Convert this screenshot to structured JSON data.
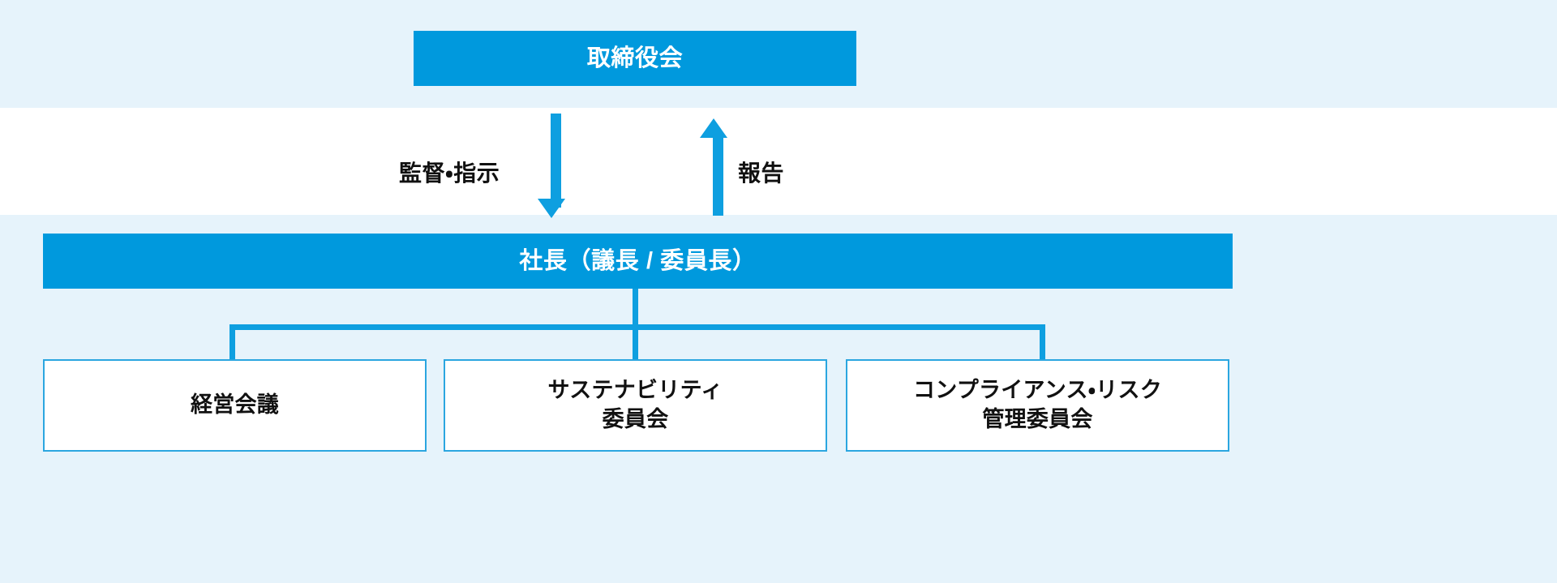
{
  "diagram": {
    "title_text": "",
    "colors": {
      "accent": "#0099dd",
      "line": "#0e9fe0",
      "outline": "#2ba6e0",
      "background": "#e6f3fb",
      "band": "#ffffff",
      "box_text_dark": "#111111",
      "box_text_light": "#ffffff"
    },
    "board": {
      "label": "取締役会"
    },
    "president": {
      "label": "社長（議長 / 委員長）"
    },
    "relations": [
      {
        "name": "supervision",
        "label": "監督・指示",
        "direction": "down",
        "from": "取締役会",
        "to": "社長（議長 / 委員長）"
      },
      {
        "name": "report",
        "label": "報告",
        "direction": "up",
        "from": "社長（議長 / 委員長）",
        "to": "取締役会"
      }
    ],
    "committees": [
      {
        "label": "経営会議"
      },
      {
        "label": "サステナビリティ\n委員会"
      },
      {
        "label": "コンプライアンス・リスク\n管理委員会"
      }
    ]
  }
}
